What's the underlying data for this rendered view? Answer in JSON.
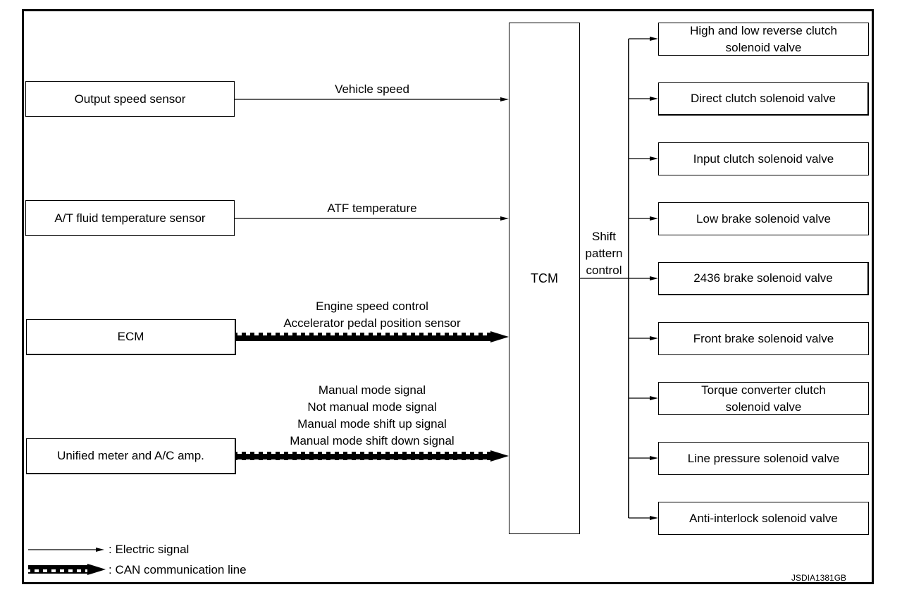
{
  "inputs": [
    {
      "label": "Output speed sensor",
      "signal": [
        "Vehicle speed"
      ],
      "line": "electric"
    },
    {
      "label": "A/T fluid temperature sensor",
      "signal": [
        "ATF temperature"
      ],
      "line": "electric"
    },
    {
      "label": "ECM",
      "signal": [
        "Engine speed control",
        "Accelerator pedal position sensor"
      ],
      "line": "can"
    },
    {
      "label": "Unified meter and A/C amp.",
      "signal": [
        "Manual mode signal",
        "Not manual mode signal",
        "Manual mode shift up signal",
        "Manual mode shift down signal"
      ],
      "line": "can"
    }
  ],
  "controller": {
    "label": "TCM"
  },
  "output_signal": "Shift\npattern\ncontrol",
  "outputs": [
    {
      "label": "High and low reverse clutch\nsolenoid valve"
    },
    {
      "label": "Direct clutch solenoid valve"
    },
    {
      "label": "Input clutch solenoid valve"
    },
    {
      "label": "Low brake solenoid valve"
    },
    {
      "label": "2436 brake solenoid valve"
    },
    {
      "label": "Front brake solenoid valve"
    },
    {
      "label": "Torque converter clutch\nsolenoid valve"
    },
    {
      "label": "Line pressure solenoid valve"
    },
    {
      "label": "Anti-interlock solenoid valve"
    }
  ],
  "legend": {
    "electric": ": Electric signal",
    "can": ": CAN communication line"
  },
  "figure_code": "JSDIA1381GB"
}
